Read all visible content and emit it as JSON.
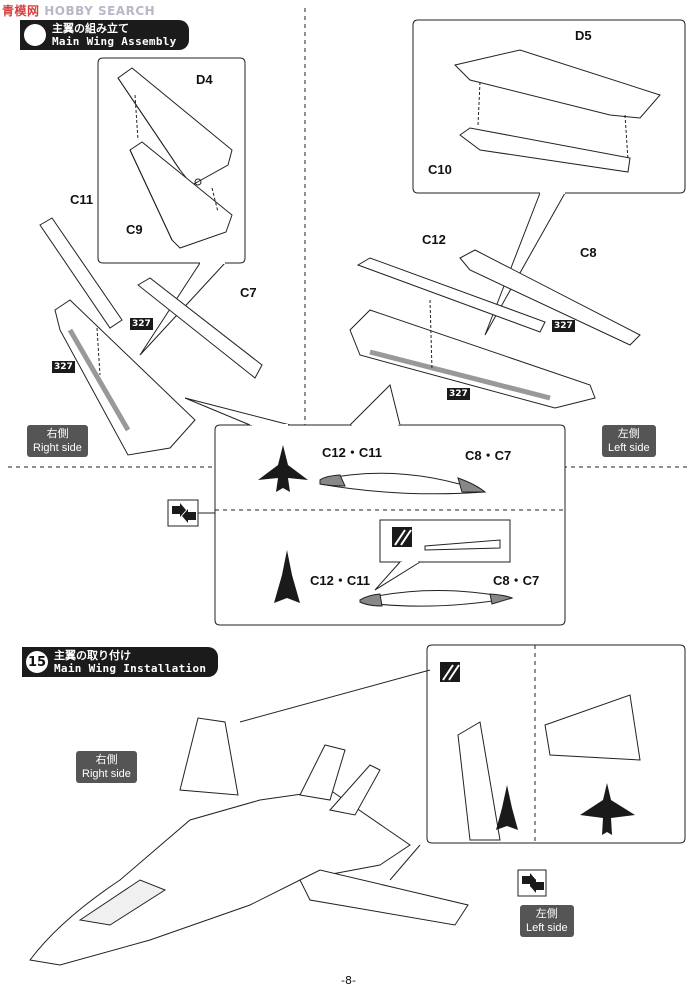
{
  "watermark": {
    "prefix": "青",
    "text": "模网",
    "suffix": "HOBBY SEARCH"
  },
  "step14": {
    "number": "",
    "title_jp": "主翼の組み立て",
    "title_en": "Main Wing Assembly"
  },
  "step15": {
    "number": "15",
    "title_jp": "主翼の取り付け",
    "title_en": "Main Wing Installation"
  },
  "parts": {
    "d4": "D4",
    "d5": "D5",
    "c9": "C9",
    "c10": "C10",
    "c11": "C11",
    "c7": "C7",
    "c12": "C12",
    "c8": "C8",
    "c12_c11_top": "C12・C11",
    "c8_c7_top": "C8・C7",
    "c12_c11_bottom": "C12・C11",
    "c8_c7_bottom": "C8・C7"
  },
  "paint_tag": "327",
  "labels": {
    "right_jp": "右側",
    "right_en": "Right side",
    "left_jp": "左側",
    "left_en": "Left side"
  },
  "page_number": "-8-"
}
